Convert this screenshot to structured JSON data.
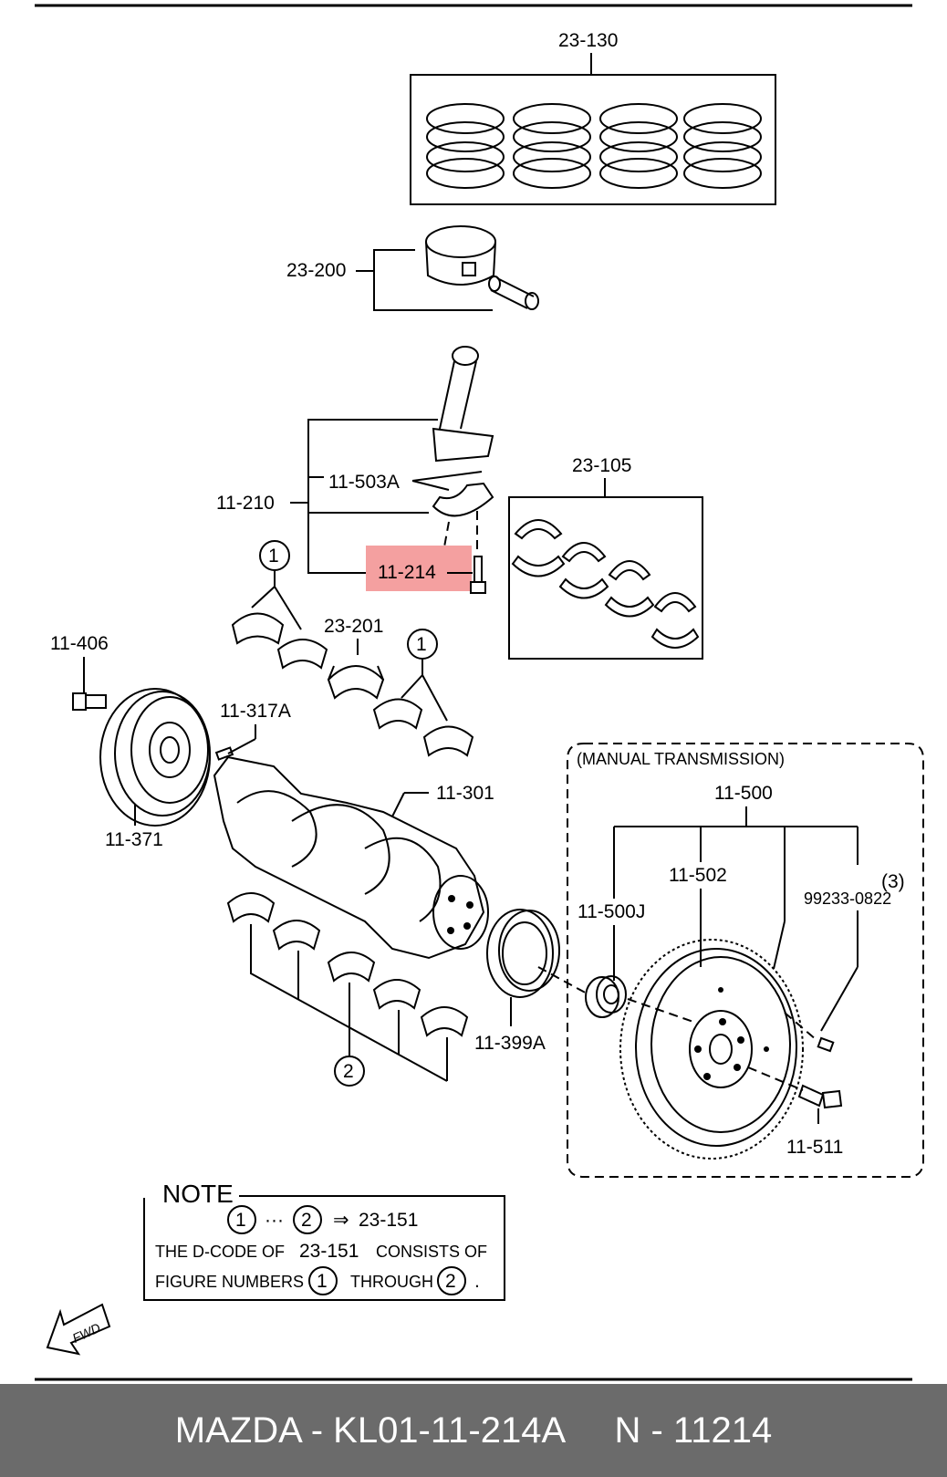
{
  "labels": {
    "ring_set": "23-130",
    "piston": "23-200",
    "rod_bolt_nut": "11-503A",
    "conrod_assy": "11-210",
    "conrod_bolt": "11-214",
    "rod_bearing_set": "23-105",
    "thrust_bearing": "23-201",
    "pulley_bolt": "11-406",
    "woodruff_key": "11-317A",
    "crankshaft": "11-301",
    "pulley": "11-371",
    "manual_transmission": "(MANUAL TRANSMISSION)",
    "flywheel_assy": "11-500",
    "flywheel": "11-502",
    "pilot_bearing": "11-500J",
    "dowel_qty": "(3)",
    "dowel_pin": "99233-0822",
    "rear_seal": "11-399A",
    "flywheel_bolt": "11-511"
  },
  "figure_numbers": {
    "one": "1",
    "two": "2"
  },
  "note": {
    "title": "NOTE",
    "range_from": "1",
    "range_dots": "···",
    "range_to": "2",
    "arrow": "⇒",
    "range_code": "23-151",
    "line2_a": "THE D-CODE OF",
    "line2_code": "23-151",
    "line2_b": "CONSISTS OF",
    "line3_a": "FIGURE NUMBERS",
    "line3_n1": "1",
    "line3_b": "THROUGH",
    "line3_n2": "2",
    "line3_end": "."
  },
  "fwd": "FWD",
  "highlight": {
    "part": "11-214",
    "color": "#f4a0a0"
  },
  "footer": {
    "text": "MAZDA - KL01-11-214A     N - 11214",
    "bg": "#6b6b6b"
  }
}
